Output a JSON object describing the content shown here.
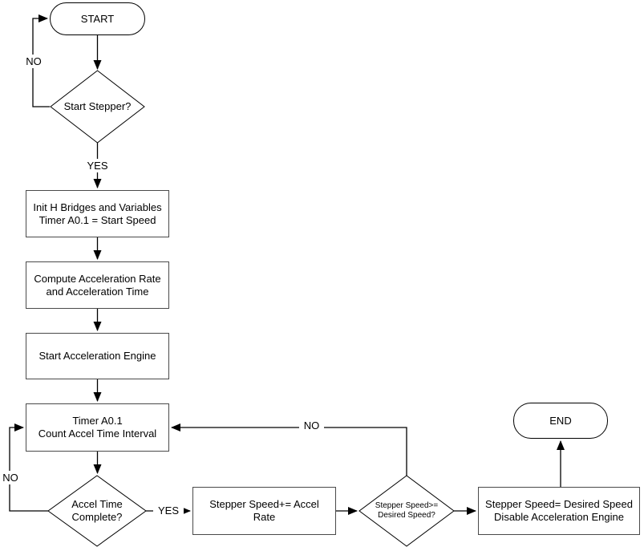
{
  "diagram": {
    "type": "flowchart",
    "nodes": {
      "start": {
        "text": "START",
        "shape": "terminator"
      },
      "start_stepper": {
        "text": "Start Stepper?",
        "shape": "decision"
      },
      "init_bridges": {
        "text": "Init H Bridges and Variables\nTimer A0.1 = Start Speed",
        "shape": "process"
      },
      "compute_accel": {
        "text": "Compute Acceleration Rate\nand Acceleration Time",
        "shape": "process"
      },
      "start_engine": {
        "text": "Start Acceleration Engine",
        "shape": "process"
      },
      "timer_count": {
        "text": "Timer A0.1\nCount Accel Time Interval",
        "shape": "process"
      },
      "accel_complete": {
        "text": "Accel Time\nComplete?",
        "shape": "decision"
      },
      "stepper_speed_add": {
        "text": "Stepper Speed+= Accel\nRate",
        "shape": "process"
      },
      "speed_check": {
        "text": "Stepper Speed>=\nDesired Speed?",
        "shape": "decision"
      },
      "set_final_speed": {
        "text": "Stepper Speed= Desired Speed\nDisable Acceleration Engine",
        "shape": "process"
      },
      "end": {
        "text": "END",
        "shape": "terminator"
      }
    },
    "edge_labels": {
      "start_stepper_no": "NO",
      "start_stepper_yes": "YES",
      "accel_complete_no": "NO",
      "accel_complete_yes": "YES",
      "speed_check_no": "NO"
    },
    "colors": {
      "background": "#ffffff",
      "line": "#000000",
      "process_border": "#4a4a4a",
      "text": "#000000"
    }
  }
}
